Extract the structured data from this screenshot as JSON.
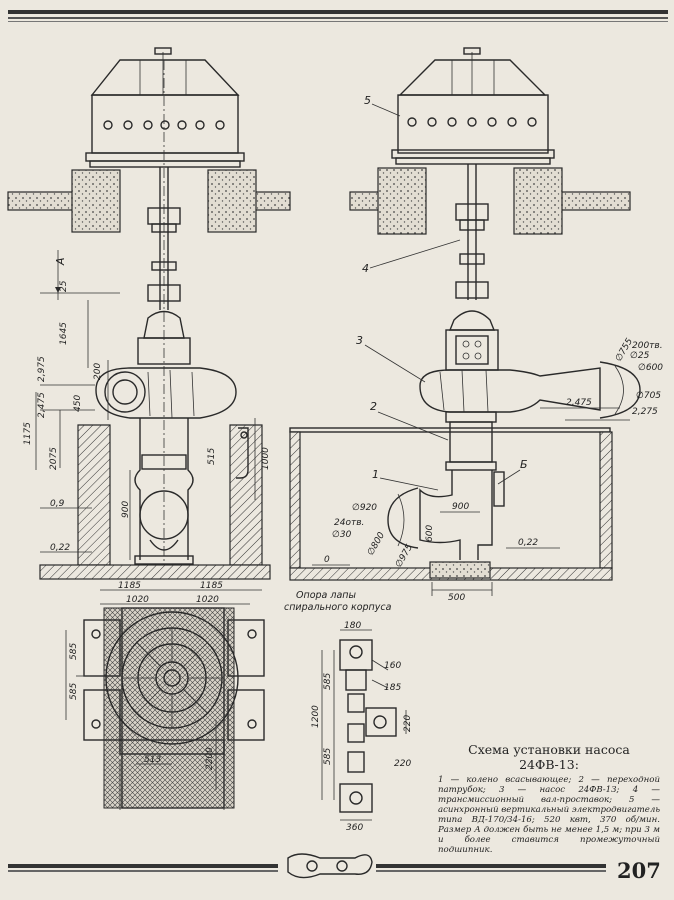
{
  "page_number": "207",
  "caption": {
    "title": "Схема установки насоса 24ФВ-13:",
    "body": "1 — колено всасывающее; 2 — переходной патрубок; 3 — насос 24ФВ-13; 4 — трансмиссионный вал-проставок; 5 — асинхронный вертикальный электродвигатель типа ВД-170/34-16; 520 квт, 370 об/мин. Размер А должен быть не менее 1,5 м; при 3 м и более ставится промежуточный подшипник."
  },
  "labels": {
    "support_note_line1": "Опора лапы",
    "support_note_line2": "спирального корпуса",
    "dimension_a": "A",
    "callouts": [
      "1",
      "2",
      "3",
      "4",
      "5",
      "Б"
    ]
  },
  "dimensions_left": [
    "25",
    "1645",
    "2,975",
    "2,475",
    "200",
    "450",
    "1175",
    "2075",
    "515",
    "1000",
    "900",
    "0,9",
    "0,22"
  ],
  "dimensions_right": [
    "∅755",
    "200тв.",
    "∅25",
    "∅600",
    "∅705",
    "2,475",
    "2,275",
    "∅920",
    "24отв.",
    "∅30",
    "∅800",
    "∅975",
    "900",
    "600",
    "0,22",
    "0",
    "500"
  ],
  "dimensions_plan": [
    "1185",
    "1185",
    "1020",
    "1020",
    "585",
    "585",
    "513",
    "2200"
  ],
  "dimensions_detail": [
    "180",
    "160",
    "185",
    "585",
    "1200",
    "585",
    "220",
    "220",
    "360"
  ]
}
